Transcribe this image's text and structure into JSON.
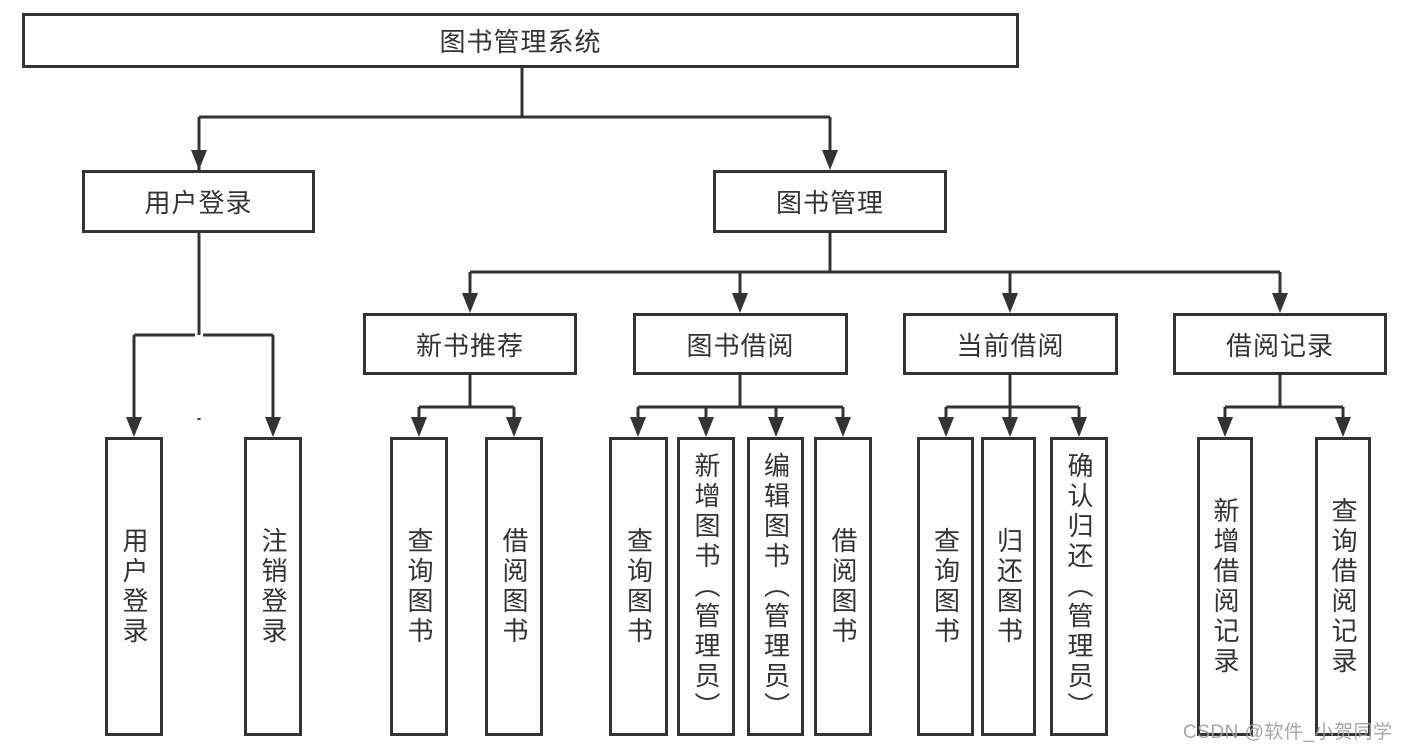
{
  "diagram": {
    "title": "图书管理系统",
    "branches": [
      {
        "label": "用户登录",
        "children": [
          {
            "label": "用户登录"
          },
          {
            "label": "注销登录"
          }
        ]
      },
      {
        "label": "图书管理",
        "children": [
          {
            "label": "新书推荐",
            "children": [
              {
                "label": "查询图书"
              },
              {
                "label": "借阅图书"
              }
            ]
          },
          {
            "label": "图书借阅",
            "children": [
              {
                "label": "查询图书"
              },
              {
                "label": "新增图书（管理员）"
              },
              {
                "label": "编辑图书（管理员）"
              },
              {
                "label": "借阅图书"
              }
            ]
          },
          {
            "label": "当前借阅",
            "children": [
              {
                "label": "查询图书"
              },
              {
                "label": "归还图书"
              },
              {
                "label": "确认归还（管理员）"
              }
            ]
          },
          {
            "label": "借阅记录",
            "children": [
              {
                "label": "新增借阅记录"
              },
              {
                "label": "查询借阅记录"
              }
            ]
          }
        ]
      }
    ]
  },
  "watermark": {
    "text": "CSDN @软件_小贺同学"
  },
  "colors": {
    "line": "#333333",
    "text": "#333333",
    "background": "#ffffff",
    "watermark": "#9e9ea3"
  }
}
